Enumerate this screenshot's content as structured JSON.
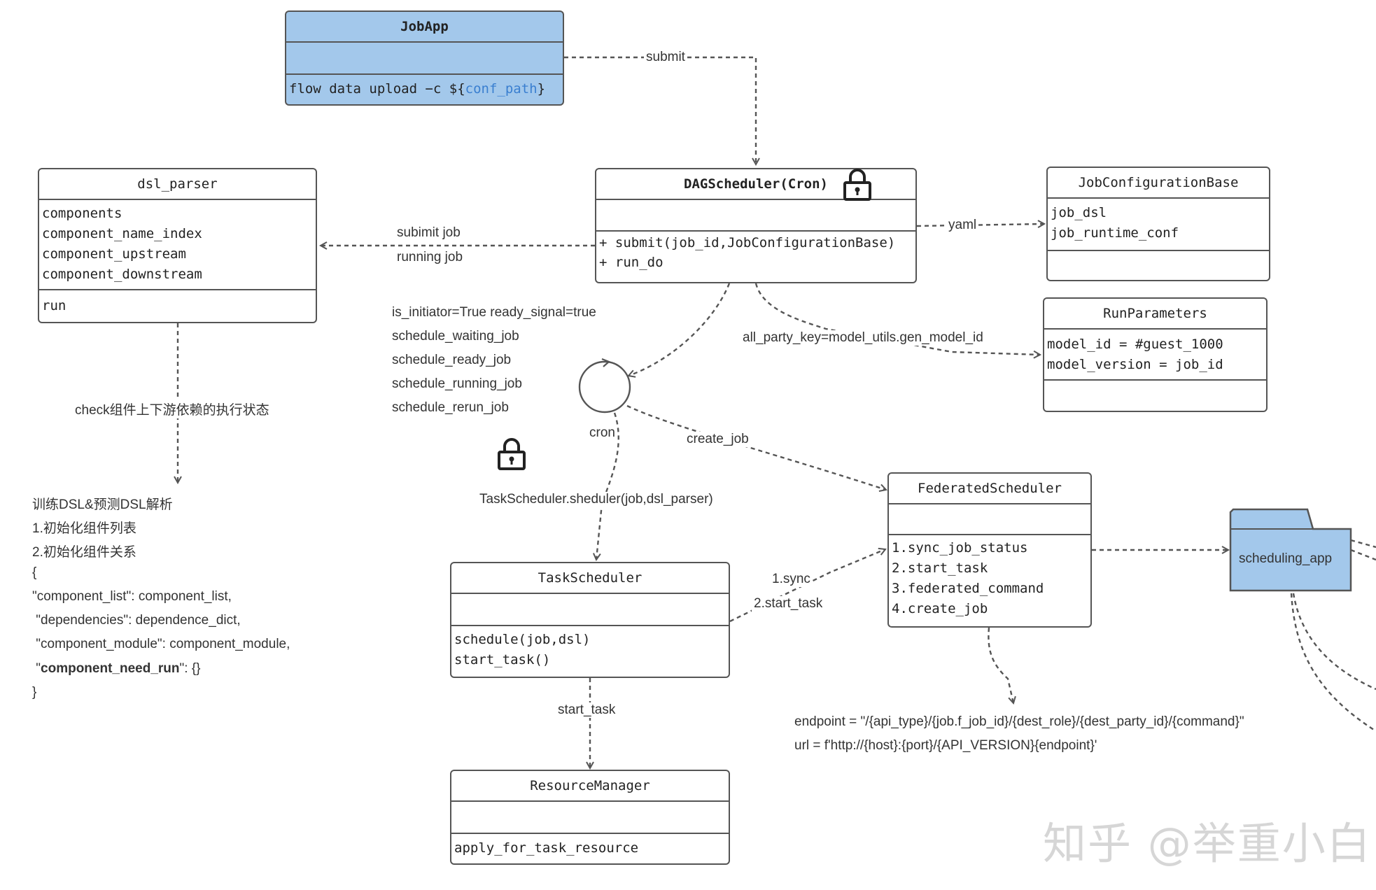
{
  "jobapp": {
    "title": "JobApp",
    "cmd_prefix": "flow data upload −c ${",
    "cmd_var": "conf_path",
    "cmd_suffix": "}"
  },
  "dagscheduler": {
    "title": "DAGScheduler(Cron)",
    "methods": [
      "+ submit(job_id,JobConfigurationBase)",
      "+ run_do"
    ]
  },
  "jobconfigbase": {
    "title": "JobConfigurationBase",
    "fields": [
      "job_dsl",
      "job_runtime_conf"
    ]
  },
  "runparameters": {
    "title": "RunParameters",
    "fields": [
      "model_id = #guest_1000",
      "model_version = job_id"
    ]
  },
  "dslparser": {
    "title": "dsl_parser",
    "fields": [
      "components",
      "component_name_index",
      "component_upstream",
      "component_downstream"
    ],
    "methods": [
      "run"
    ]
  },
  "federated": {
    "title": "FederatedScheduler",
    "methods": [
      "1.sync_job_status",
      "2.start_task",
      "3.federated_command",
      "4.create_job"
    ]
  },
  "taskscheduler": {
    "title": "TaskScheduler",
    "methods": [
      "schedule(job,dsl)",
      "start_task()"
    ]
  },
  "resourcemanager": {
    "title": "ResourceManager",
    "methods": [
      "apply_for_task_resource"
    ]
  },
  "folder": {
    "label": "scheduling_app",
    "color": "#a3c8eb"
  },
  "edges": {
    "submit": "submit",
    "yaml": "yaml",
    "subimit_job": "subimit job",
    "running_job": "running job",
    "all_party_key": "all_party_key=model_utils.gen_model_id",
    "cron": "cron",
    "create_job": "create_job",
    "task_sheduler": "TaskScheduler.sheduler(job,dsl_parser)",
    "sync": "1.sync",
    "start_task2": "2.start_task",
    "start_task": "start_task",
    "check": "check组件上下游依赖的执行状态"
  },
  "schedule_notes": [
    "is_initiator=True ready_signal=true",
    "schedule_waiting_job",
    "schedule_ready_job",
    "schedule_running_job",
    "schedule_rerun_job"
  ],
  "dsl_notes": [
    "训练DSL&预测DSL解析",
    "1.初始化组件列表",
    "2.初始化组件关系",
    "{",
    "\"component_list\": component_list,",
    " \"dependencies\": dependence_dict,",
    " \"component_module\": component_module,"
  ],
  "dsl_note_need_run": {
    "q1": " \"",
    "key": "component_need_run",
    "rest": "\": {}"
  },
  "dsl_close": "}",
  "endpoint_notes": [
    "endpoint = \"/{api_type}/{job.f_job_id}/{dest_role}/{dest_party_id}/{command}\"",
    "url = f'http://{host}:{port}/{API_VERSION}{endpoint}'"
  ],
  "watermark": "知乎 @举重小白"
}
